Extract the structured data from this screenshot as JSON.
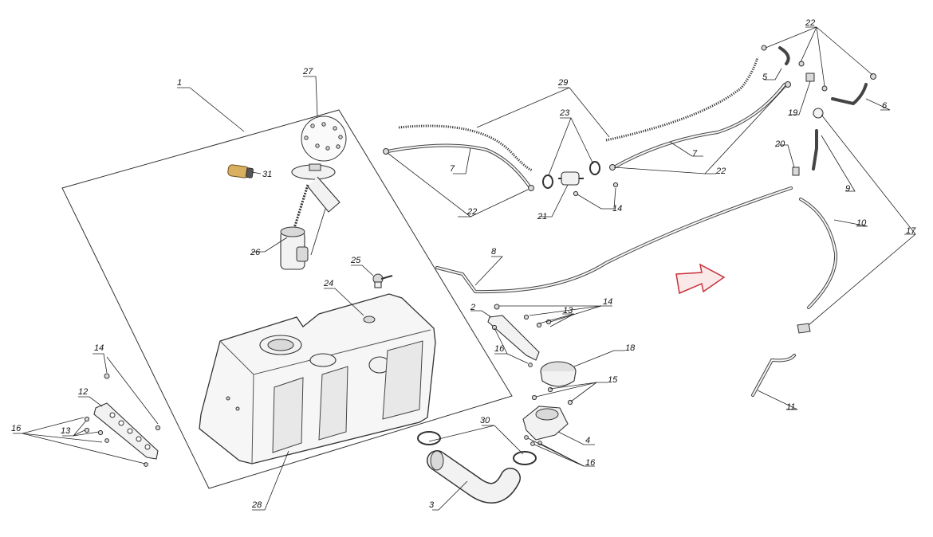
{
  "accent": "#c8323a",
  "labels": {
    "p1": "1",
    "p2": "2",
    "p3": "3",
    "p4": "4",
    "p5": "5",
    "p6": "6",
    "p7a": "7",
    "p7b": "7",
    "p8": "8",
    "p9": "9",
    "p10": "10",
    "p11": "11",
    "p12": "12",
    "p13a": "13",
    "p13b": "13",
    "p14a": "14",
    "p14b": "14",
    "p14c": "14",
    "p15": "15",
    "p16a": "16",
    "p16b": "16",
    "p16c": "16",
    "p17": "17",
    "p18": "18",
    "p19": "19",
    "p20": "20",
    "p21": "21",
    "p22a": "22",
    "p22b": "22",
    "p22c": "22",
    "p23": "23",
    "p24": "24",
    "p25": "25",
    "p26": "26",
    "p27": "27",
    "p28": "28",
    "p29": "29",
    "p30": "30",
    "p31": "31"
  },
  "direction_arrow": "direction-arrow-icon"
}
